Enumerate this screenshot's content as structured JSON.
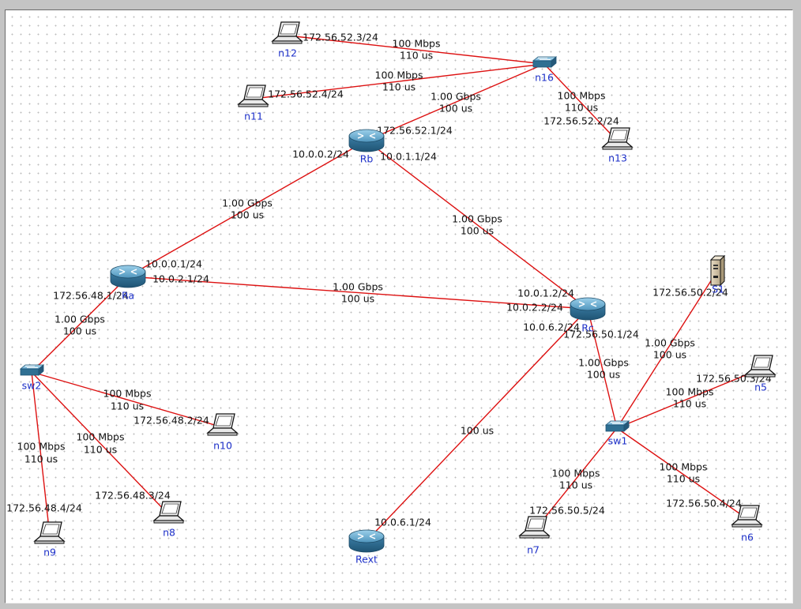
{
  "nodes": [
    {
      "id": "n12",
      "label": "n12",
      "kind": "laptop"
    },
    {
      "id": "n11",
      "label": "n11",
      "kind": "laptop"
    },
    {
      "id": "n16",
      "label": "n16",
      "kind": "switch"
    },
    {
      "id": "n13",
      "label": "n13",
      "kind": "laptop"
    },
    {
      "id": "Rb",
      "label": "Rb",
      "kind": "router"
    },
    {
      "id": "Ra",
      "label": "Ra",
      "kind": "router"
    },
    {
      "id": "Rc",
      "label": "Rc",
      "kind": "router"
    },
    {
      "id": "S1",
      "label": "S1",
      "kind": "server"
    },
    {
      "id": "n5",
      "label": "n5",
      "kind": "laptop"
    },
    {
      "id": "sw2",
      "label": "sw2",
      "kind": "switch"
    },
    {
      "id": "n10",
      "label": "n10",
      "kind": "laptop"
    },
    {
      "id": "sw1",
      "label": "sw1",
      "kind": "switch"
    },
    {
      "id": "n9",
      "label": "n9",
      "kind": "laptop"
    },
    {
      "id": "n8",
      "label": "n8",
      "kind": "laptop"
    },
    {
      "id": "Rext",
      "label": "Rext",
      "kind": "router"
    },
    {
      "id": "n7",
      "label": "n7",
      "kind": "laptop"
    },
    {
      "id": "n6",
      "label": "n6",
      "kind": "laptop"
    }
  ],
  "links": [
    {
      "from": "n12",
      "to": "n16",
      "bandwidth": "100 Mbps",
      "delay": "110 us"
    },
    {
      "from": "n11",
      "to": "n16",
      "bandwidth": "100 Mbps",
      "delay": "110 us"
    },
    {
      "from": "n16",
      "to": "Rb",
      "bandwidth": "1.00 Gbps",
      "delay": "100 us"
    },
    {
      "from": "n16",
      "to": "n13",
      "bandwidth": "100 Mbps",
      "delay": "110 us"
    },
    {
      "from": "Rb",
      "to": "Ra",
      "bandwidth": "1.00 Gbps",
      "delay": "100 us"
    },
    {
      "from": "Rb",
      "to": "Rc",
      "bandwidth": "1.00 Gbps",
      "delay": "100 us"
    },
    {
      "from": "Ra",
      "to": "Rc",
      "bandwidth": "1.00 Gbps",
      "delay": "100 us"
    },
    {
      "from": "Ra",
      "to": "sw2",
      "bandwidth": "1.00 Gbps",
      "delay": "100 us"
    },
    {
      "from": "sw2",
      "to": "n10",
      "bandwidth": "100 Mbps",
      "delay": "110 us"
    },
    {
      "from": "sw2",
      "to": "n8",
      "bandwidth": "100 Mbps",
      "delay": "110 us"
    },
    {
      "from": "sw2",
      "to": "n9",
      "bandwidth": "100 Mbps",
      "delay": "110 us"
    },
    {
      "from": "Rc",
      "to": "sw1",
      "bandwidth": "1.00 Gbps",
      "delay": "100 us"
    },
    {
      "from": "Rc",
      "to": "Rext",
      "bandwidth": "",
      "delay": "100 us"
    },
    {
      "from": "sw1",
      "to": "S1",
      "bandwidth": "1.00 Gbps",
      "delay": "100 us"
    },
    {
      "from": "sw1",
      "to": "n5",
      "bandwidth": "100 Mbps",
      "delay": "110 us"
    },
    {
      "from": "sw1",
      "to": "n7",
      "bandwidth": "100 Mbps",
      "delay": "110 us"
    },
    {
      "from": "sw1",
      "to": "n6",
      "bandwidth": "100 Mbps",
      "delay": "110 us"
    }
  ],
  "addresses": [
    {
      "node": "n12",
      "text": "172.56.52.3/24"
    },
    {
      "node": "n11",
      "text": "172.56.52.4/24"
    },
    {
      "node": "n13",
      "text": "172.56.52.2/24"
    },
    {
      "node": "Rb",
      "text": "172.56.52.1/24"
    },
    {
      "node": "Rb",
      "text": "10.0.0.2/24"
    },
    {
      "node": "Rb",
      "text": "10.0.1.1/24"
    },
    {
      "node": "Ra",
      "text": "10.0.0.1/24"
    },
    {
      "node": "Ra",
      "text": "10.0.2.1/24"
    },
    {
      "node": "Ra",
      "text": "172.56.48.1/24"
    },
    {
      "node": "Rc",
      "text": "10.0.1.2/24"
    },
    {
      "node": "Rc",
      "text": "10.0.2.2/24"
    },
    {
      "node": "Rc",
      "text": "10.0.6.2/24"
    },
    {
      "node": "Rc",
      "text": "172.56.50.1/24"
    },
    {
      "node": "S1",
      "text": "172.56.50.2/24"
    },
    {
      "node": "n5",
      "text": "172.56.50.3/24"
    },
    {
      "node": "n10",
      "text": "172.56.48.2/24"
    },
    {
      "node": "n8",
      "text": "172.56.48.3/24"
    },
    {
      "node": "n9",
      "text": "172.56.48.4/24"
    },
    {
      "node": "Rext",
      "text": "10.0.6.1/24"
    },
    {
      "node": "n7",
      "text": "172.56.50.5/24"
    },
    {
      "node": "n6",
      "text": "172.56.50.4/24"
    }
  ],
  "colors": {
    "link": "#dd1111",
    "node_label": "#1c2fc8",
    "router": "#2f6f92",
    "switch": "#3b7fa6"
  }
}
